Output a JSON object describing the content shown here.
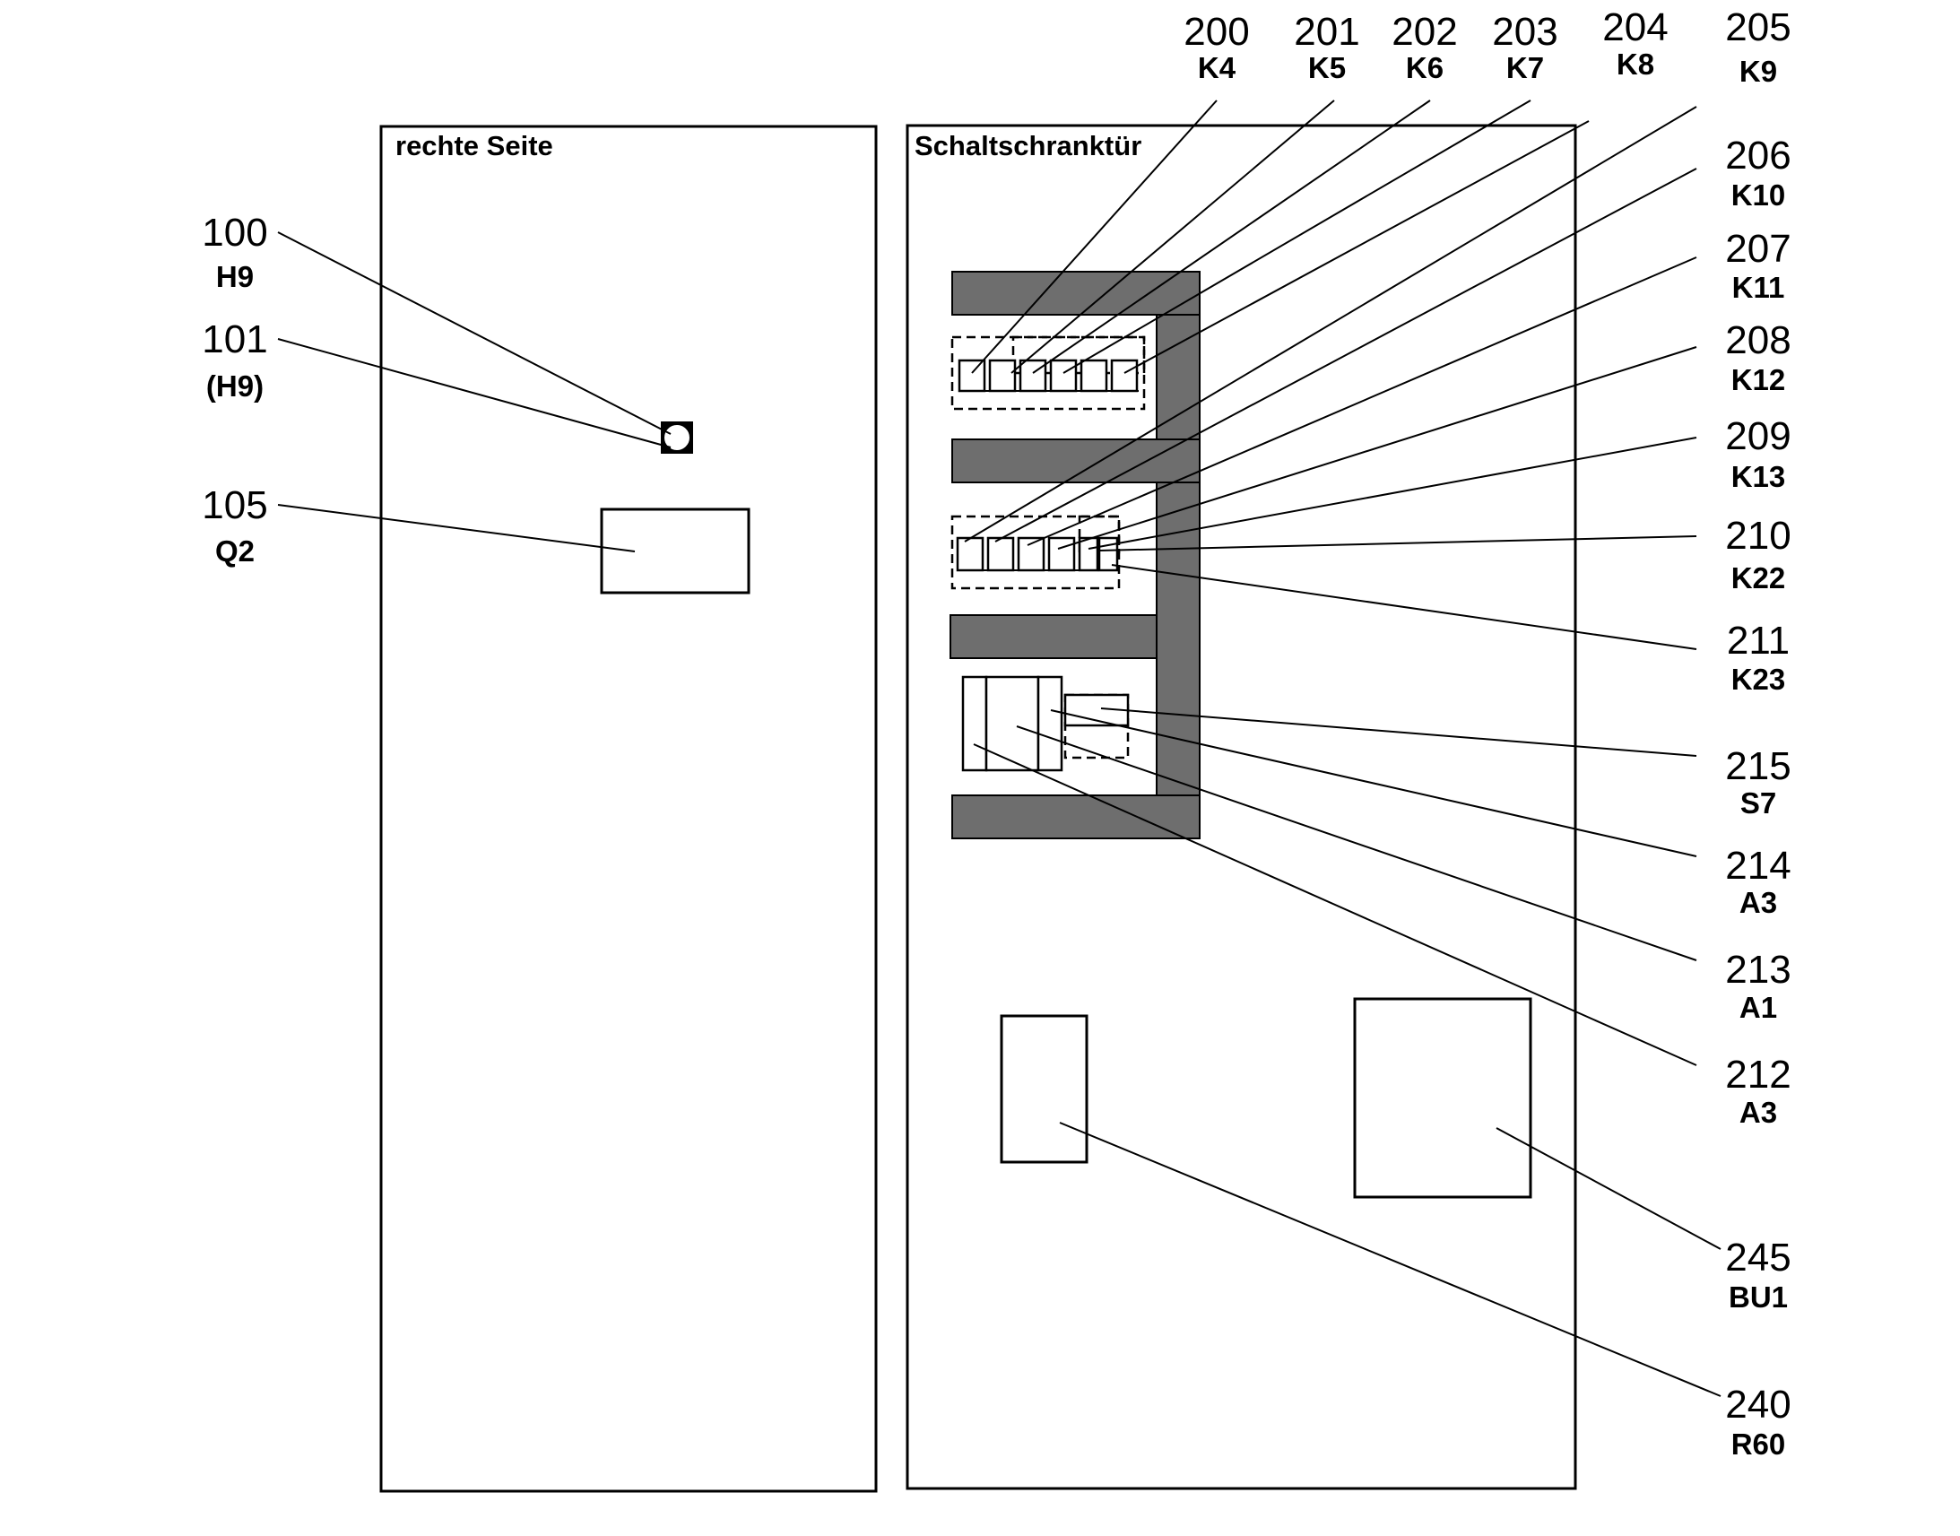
{
  "panels": {
    "left_title": "rechte Seite",
    "right_title": "Schaltschranktür"
  },
  "labels": {
    "l100": {
      "num": "100",
      "code": "H9"
    },
    "l101": {
      "num": "101",
      "code": "(H9)"
    },
    "l105": {
      "num": "105",
      "code": "Q2"
    },
    "l200": {
      "num": "200",
      "code": "K4"
    },
    "l201": {
      "num": "201",
      "code": "K5"
    },
    "l202": {
      "num": "202",
      "code": "K6"
    },
    "l203": {
      "num": "203",
      "code": "K7"
    },
    "l204": {
      "num": "204",
      "code": "K8"
    },
    "l205": {
      "num": "205",
      "code": "K9"
    },
    "l206": {
      "num": "206",
      "code": "K10"
    },
    "l207": {
      "num": "207",
      "code": "K11"
    },
    "l208": {
      "num": "208",
      "code": "K12"
    },
    "l209": {
      "num": "209",
      "code": "K13"
    },
    "l210": {
      "num": "210",
      "code": "K22"
    },
    "l211": {
      "num": "211",
      "code": "K23"
    },
    "l215": {
      "num": "215",
      "code": "S7"
    },
    "l214": {
      "num": "214",
      "code": "A3"
    },
    "l213": {
      "num": "213",
      "code": "A1"
    },
    "l212": {
      "num": "212",
      "code": "A3"
    },
    "l245": {
      "num": "245",
      "code": "BU1"
    },
    "l240": {
      "num": "240",
      "code": "R60"
    }
  }
}
